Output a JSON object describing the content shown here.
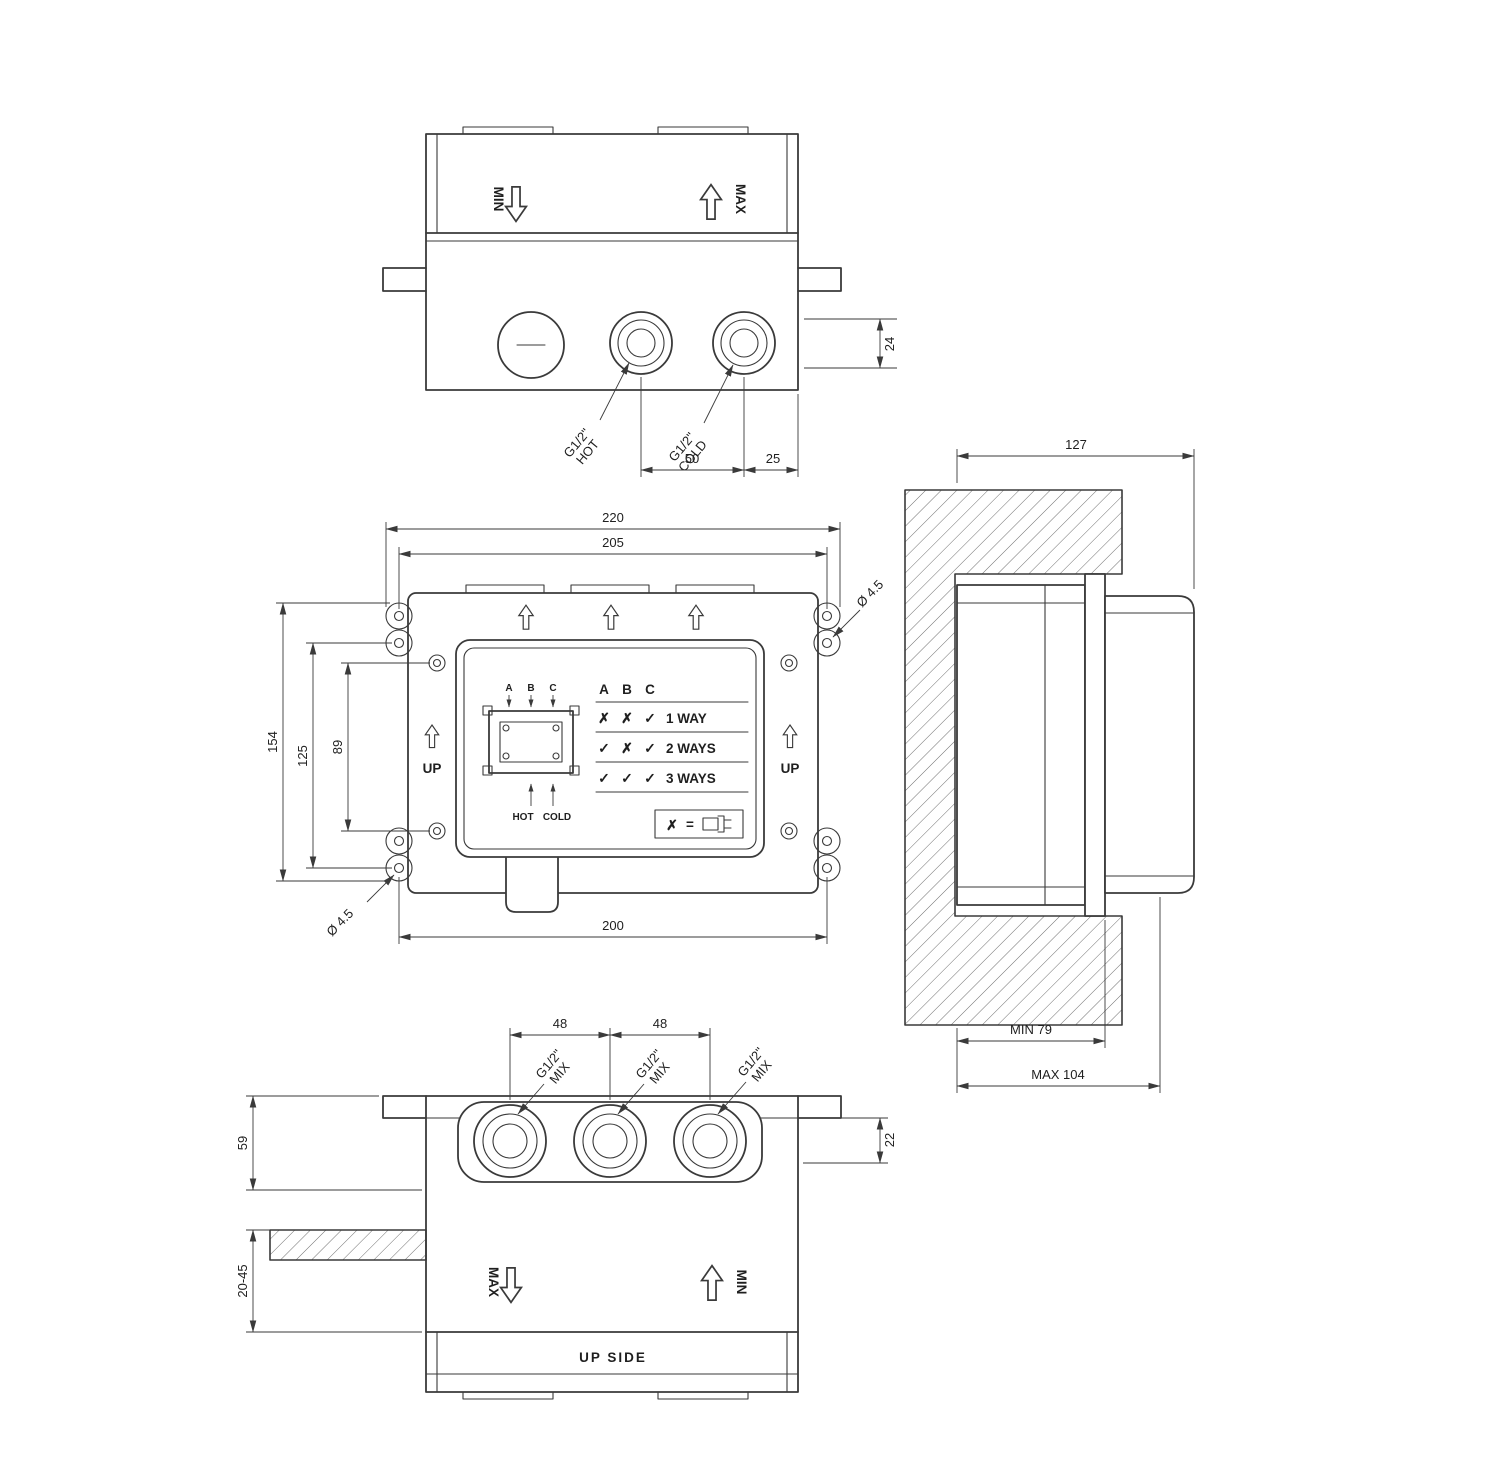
{
  "colors": {
    "ink": "#3a3a3a",
    "background": "#ffffff",
    "hatch": "#707070"
  },
  "top_view": {
    "min_label": "MIN",
    "max_label": "MAX",
    "hot_port": {
      "thread": "G1/2\"",
      "name": "HOT"
    },
    "cold_port": {
      "thread": "G1/2\"",
      "name": "COLD"
    },
    "dim_port_spacing": "50",
    "dim_port_to_edge": "25",
    "dim_port_depth": "24"
  },
  "front_view": {
    "dim_overall_width": "220",
    "dim_mount_hole_span": "205",
    "dim_overall_height": "154",
    "dim_mount_hole_span_v": "125",
    "dim_screw_span": "89",
    "dim_lower_width": "200",
    "mount_hole_dia_top": "Ø 4.5",
    "mount_hole_dia_bottom": "Ø 4.5",
    "up_left": "UP",
    "up_right": "UP",
    "valve_ports": {
      "a": "A",
      "b": "B",
      "c": "C",
      "hot": "HOT",
      "cold": "COLD"
    },
    "ways_table": {
      "col_a": "A",
      "col_b": "B",
      "col_c": "C",
      "rows": [
        {
          "marks": [
            "✗",
            "✗",
            "✓"
          ],
          "label": "1 WAY"
        },
        {
          "marks": [
            "✓",
            "✗",
            "✓"
          ],
          "label": "2 WAYS"
        },
        {
          "marks": [
            "✓",
            "✓",
            "✓"
          ],
          "label": "3 WAYS"
        }
      ],
      "legend_mark": "✗",
      "legend_equals": "="
    }
  },
  "side_view": {
    "dim_total_depth": "127",
    "dim_min_recess": "MIN 79",
    "dim_max_recess": "MAX 104"
  },
  "bottom_view": {
    "outlets": [
      {
        "thread": "G1/2\"",
        "name": "MIX"
      },
      {
        "thread": "G1/2\"",
        "name": "MIX"
      },
      {
        "thread": "G1/2\"",
        "name": "MIX"
      }
    ],
    "dim_outlet_spacing_left": "48",
    "dim_outlet_spacing_right": "48",
    "dim_outlet_depth": "22",
    "dim_housing_height": "59",
    "dim_plaster_range": "20-45",
    "max_label": "MAX",
    "min_label": "MIN",
    "up_side_label": "UP SIDE"
  }
}
